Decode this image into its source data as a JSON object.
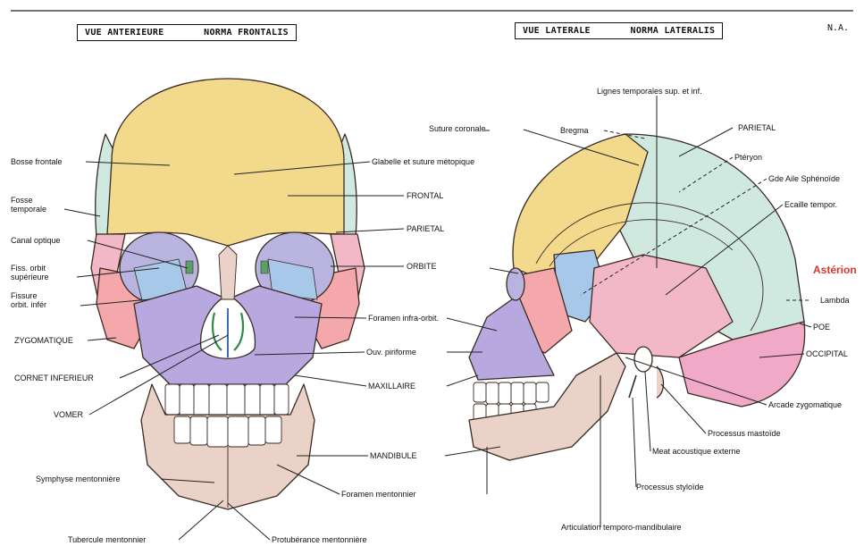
{
  "header": {
    "left_box": [
      "VUE ANTERIEURE",
      "NORMA FRONTALIS"
    ],
    "right_box": [
      "VUE LATERALE",
      "NORMA LATERALIS"
    ],
    "initials": "N.A."
  },
  "colors": {
    "frontal": "#f3d98c",
    "parietal": "#cfe8e0",
    "temporal": "#f2b8c8",
    "sphenoid": "#b9b3e0",
    "zygomatic": "#f4a8ac",
    "maxilla": "#b8a8e0",
    "mandible": "#ead2c8",
    "occipital": "#f1a9c8",
    "ethmoid": "#a8c8ea",
    "asterion_text": "#d9362b"
  },
  "frontal_labels": {
    "bosse_frontale": "Bosse frontale",
    "fosse_temporale": "Fosse\ntemporale",
    "canal_optique": "Canal optique",
    "fiss_orbit_sup": "Fiss. orbit\nsupérieure",
    "fissure_orbit_inf": "Fissure\norbit. infér",
    "zygomatique": "ZYGOMATIQUE",
    "cornet_inferieur": "CORNET INFERIEUR",
    "vomer": "VOMER",
    "symphyse": "Symphyse mentonnière",
    "tubercule": "Tubercule mentonnier",
    "glabelle": "Glabelle et suture métopique",
    "frontal": "FRONTAL",
    "parietal": "PARIETAL",
    "orbite": "ORBITE",
    "foramen_infra": "Foramen infra-orbit.",
    "ouv_piriforme": "Ouv. piriforme",
    "maxillaire": "MAXILLAIRE",
    "mandibule": "MANDIBULE",
    "foramen_mentonnier": "Foramen mentonnier",
    "protuberance": "Protubérance mentonnière"
  },
  "lateral_labels": {
    "lignes_temporales": "Lignes temporales sup. et inf.",
    "suture_coronale": "Suture coronale",
    "bregma": "Bregma",
    "parietal": "PARIETAL",
    "pteryon": "Ptéryon",
    "gde_aile": "Gde Aile Sphénoïde",
    "ecaille": "Ecaille tempor.",
    "asterion": "Astérion",
    "lambda": "Lambda",
    "poe": "POE",
    "occipital": "OCCIPITAL",
    "arcade": "Arcade zygomatique",
    "mastoide": "Processus mastoïde",
    "meat": "Meat acoustique externe",
    "styloide": "Processus styloïde",
    "articulation": "Articulation temporo-mandibulaire"
  }
}
